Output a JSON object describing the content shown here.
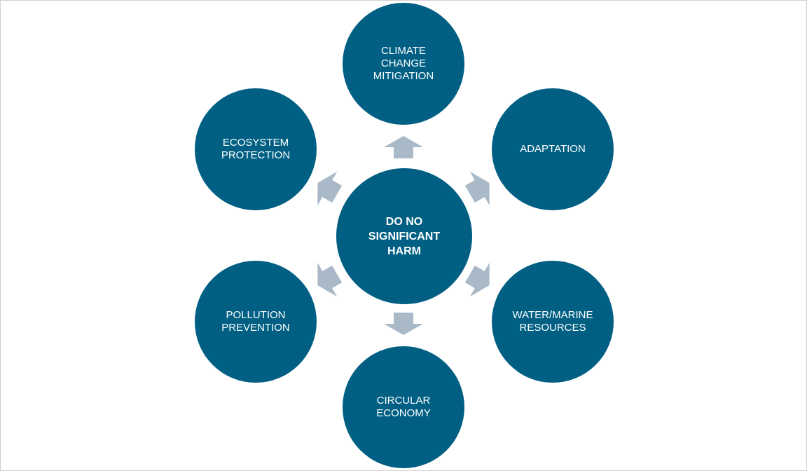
{
  "colors": {
    "node_fill": "#005f83",
    "arrow_fill": "#a9b9c8",
    "text": "#ffffff"
  },
  "center": {
    "label": "DO NO\nSIGNIFICANT\nHARM"
  },
  "nodes": {
    "climate": {
      "label": "CLIMATE\nCHANGE\nMITIGATION"
    },
    "adaptation": {
      "label": "ADAPTATION"
    },
    "water": {
      "label": "WATER/MARINE\nRESOURCES"
    },
    "circular": {
      "label": "CIRCULAR\nECONOMY"
    },
    "pollution": {
      "label": "POLLUTION\nPREVENTION"
    },
    "ecosystem": {
      "label": "ECOSYSTEM\nPROTECTION"
    }
  }
}
